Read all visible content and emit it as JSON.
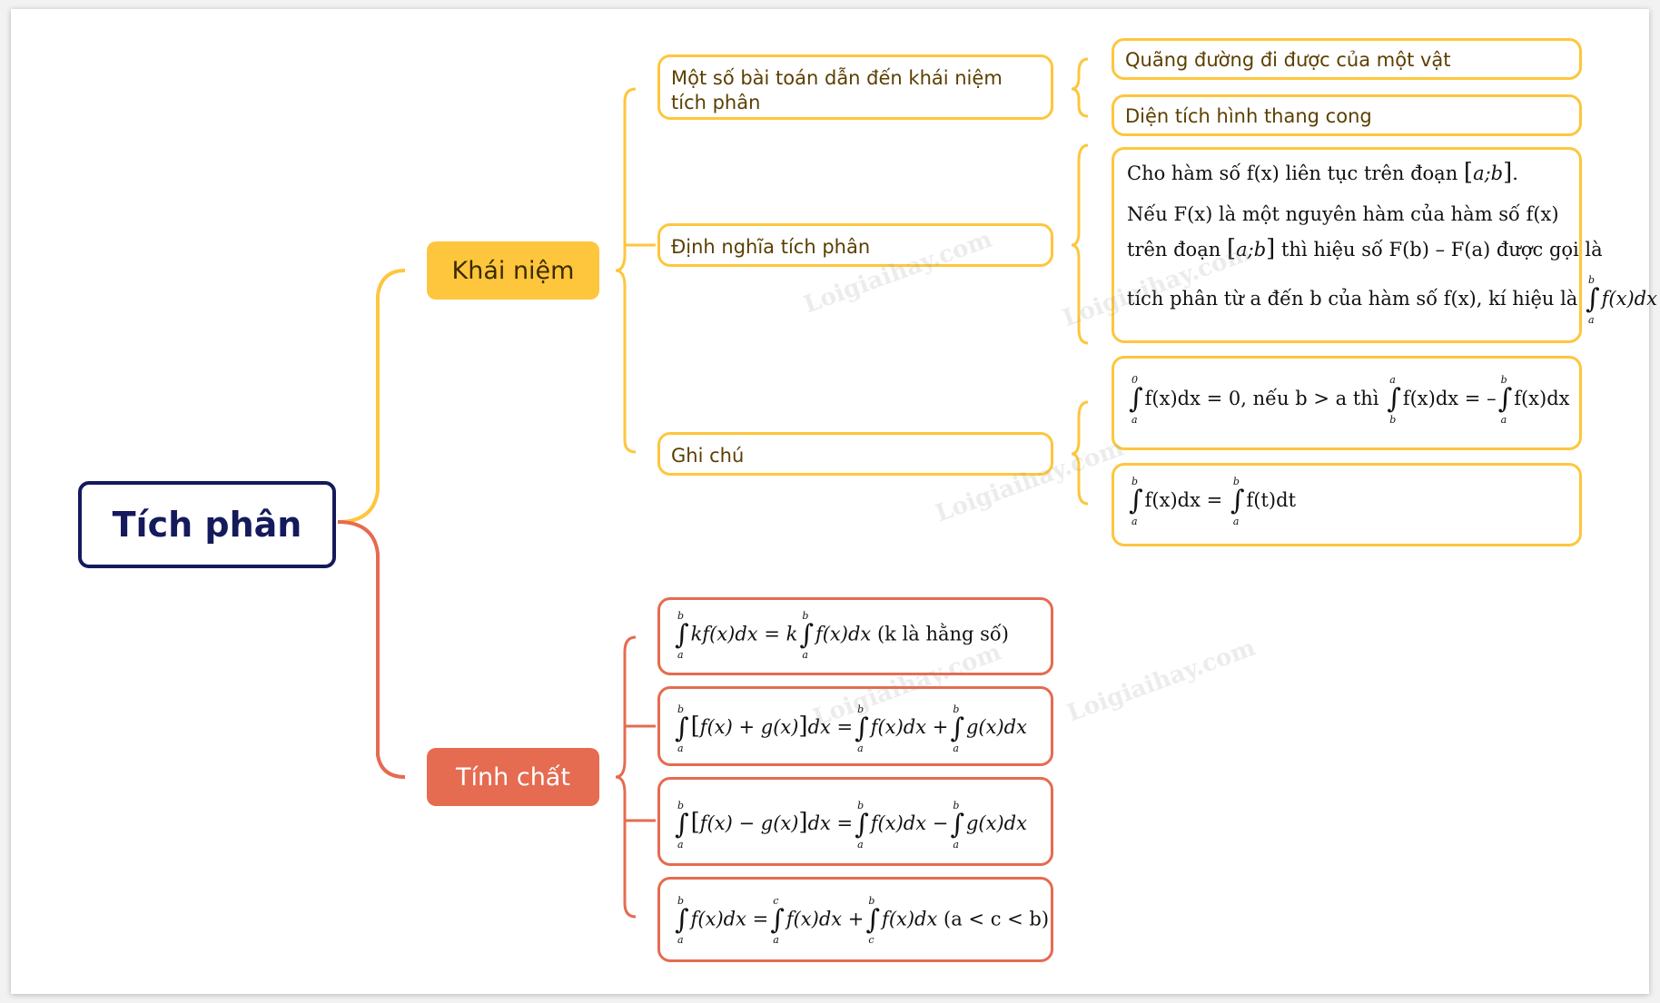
{
  "colors": {
    "root_border": "#141a5b",
    "yellow": "#fdc63d",
    "red": "#e56b51"
  },
  "root": {
    "label": "Tích phân"
  },
  "branches": {
    "khai_niem": {
      "label": "Khái niệm",
      "children": {
        "bai_toan": {
          "label": "Một số bài toán dẫn đến khái niệm tích phân",
          "leaves": [
            "Quãng đường đi được của một vật",
            "Diện tích hình thang cong"
          ]
        },
        "dinh_nghia": {
          "label": "Định nghĩa tích phân",
          "definition": {
            "line1": "Cho hàm số f(x) liên tục trên đoạn",
            "interval": "a;b",
            "line1_end": ".",
            "line2": "Nếu F(x) là một nguyên hàm của hàm số f(x)",
            "line3_start": "trên đoạn",
            "line3_end": "thì hiệu số F(b) – F(a) được gọi là",
            "line4": "tích phân từ a đến b của hàm số f(x), kí hiệu là",
            "symbol": "f(x)dx"
          }
        },
        "ghi_chu": {
          "label": "Ghi chú",
          "note1": {
            "expr_a": "f(x)dx = 0",
            "cond": ", nếu b > a thì",
            "expr_b": "f(x)dx = –",
            "expr_c": "f(x)dx"
          },
          "note2": {
            "expr_a": "f(x)dx =",
            "expr_b": "f(t)dt"
          }
        }
      }
    },
    "tinh_chat": {
      "label": "Tính chất",
      "properties": {
        "p1": {
          "a": "kf(x)dx = k",
          "b": "f(x)dx",
          "note": "(k là hằng số)"
        },
        "p2": {
          "a": "f(x) + g(x)",
          "b": "dx =",
          "c": "f(x)dx +",
          "d": "g(x)dx"
        },
        "p3": {
          "a": "f(x) − g(x)",
          "b": "dx =",
          "c": "f(x)dx −",
          "d": "g(x)dx"
        },
        "p4": {
          "a": "f(x)dx =",
          "b": "f(x)dx +",
          "c": "f(x)dx",
          "note": "(a < c < b)"
        }
      }
    }
  },
  "bounds": {
    "a": "a",
    "b": "b",
    "c": "c",
    "zero": "0"
  },
  "watermark": "Loigiaihay.com"
}
